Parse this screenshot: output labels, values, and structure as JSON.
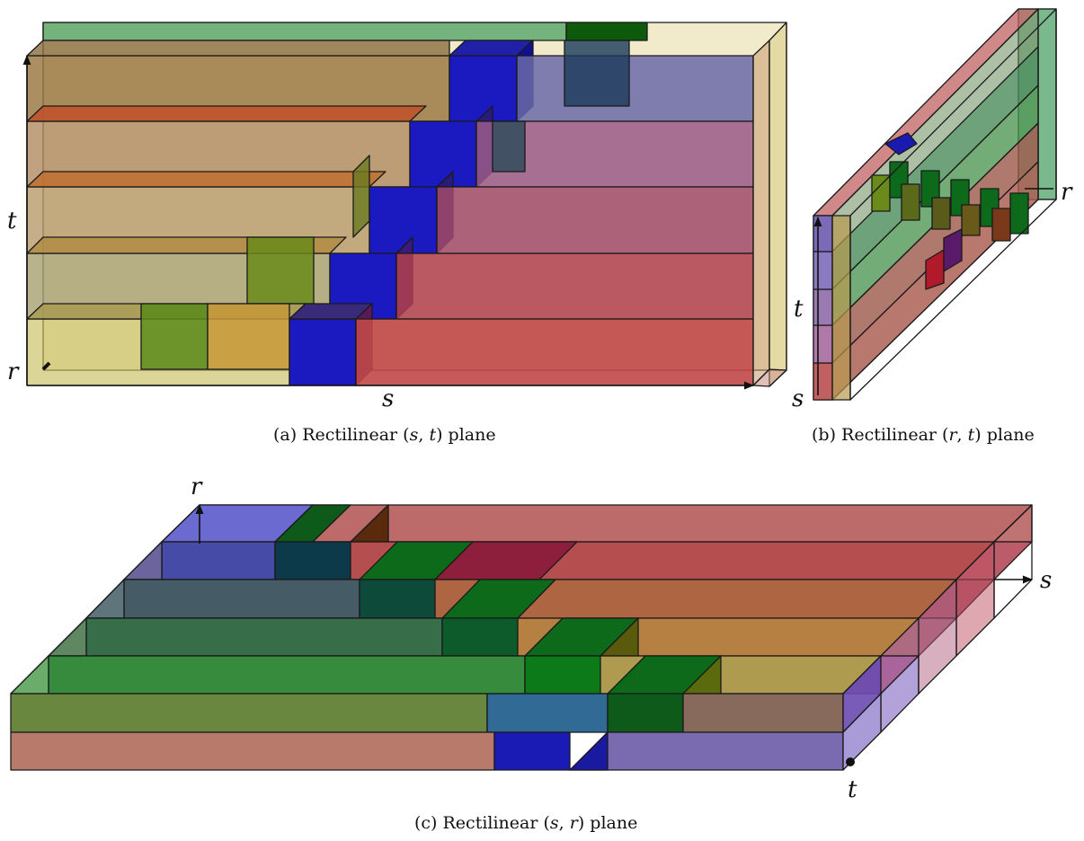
{
  "figure": {
    "panel_a": {
      "caption_prefix": "(a) Rectilinear (",
      "caption_v1": "s",
      "caption_sep": ", ",
      "caption_v2": "t",
      "caption_suffix": ") plane",
      "axis_r": "r",
      "axis_t": "t",
      "axis_s": "s"
    },
    "panel_b": {
      "caption_prefix": "(b) Rectilinear (",
      "caption_v1": "r",
      "caption_sep": ", ",
      "caption_v2": "t",
      "caption_suffix": ") plane",
      "axis_r": "r",
      "axis_t": "t",
      "axis_s": "s"
    },
    "panel_c": {
      "caption_prefix": "(c) Rectilinear (",
      "caption_v1": "s",
      "caption_sep": ", ",
      "caption_v2": "r",
      "caption_suffix": ") plane",
      "axis_r": "r",
      "axis_s": "s",
      "axis_t": "t"
    }
  },
  "colors": {
    "red": "#c0393b",
    "blue": "#1515b5",
    "green": "#1f7d1f",
    "yellow": "#d8c050",
    "olive": "#6f8a1a",
    "orange": "#c9883a",
    "purple": "#6a3a9a",
    "violet": "#7a7ad0"
  }
}
